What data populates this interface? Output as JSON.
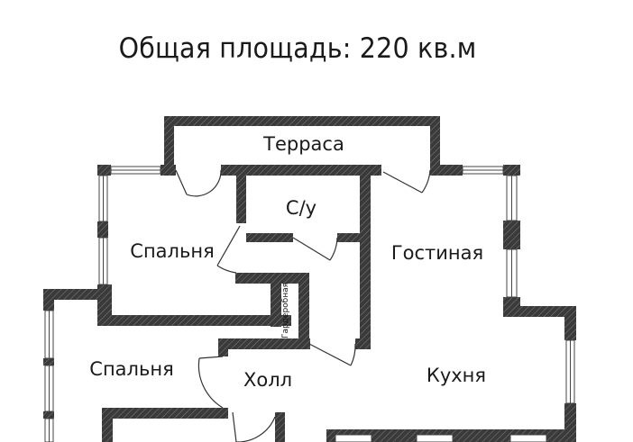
{
  "title": "Общая площадь: 220 кв.м",
  "rooms": {
    "terrace": "Терраса",
    "bathroom": "С/у",
    "bedroom_1": "Спальня",
    "living_room": "Гостиная",
    "wardrobe": "Гардеробная",
    "bedroom_2": "Спальня",
    "hall": "Холл",
    "kitchen": "Кухня"
  }
}
